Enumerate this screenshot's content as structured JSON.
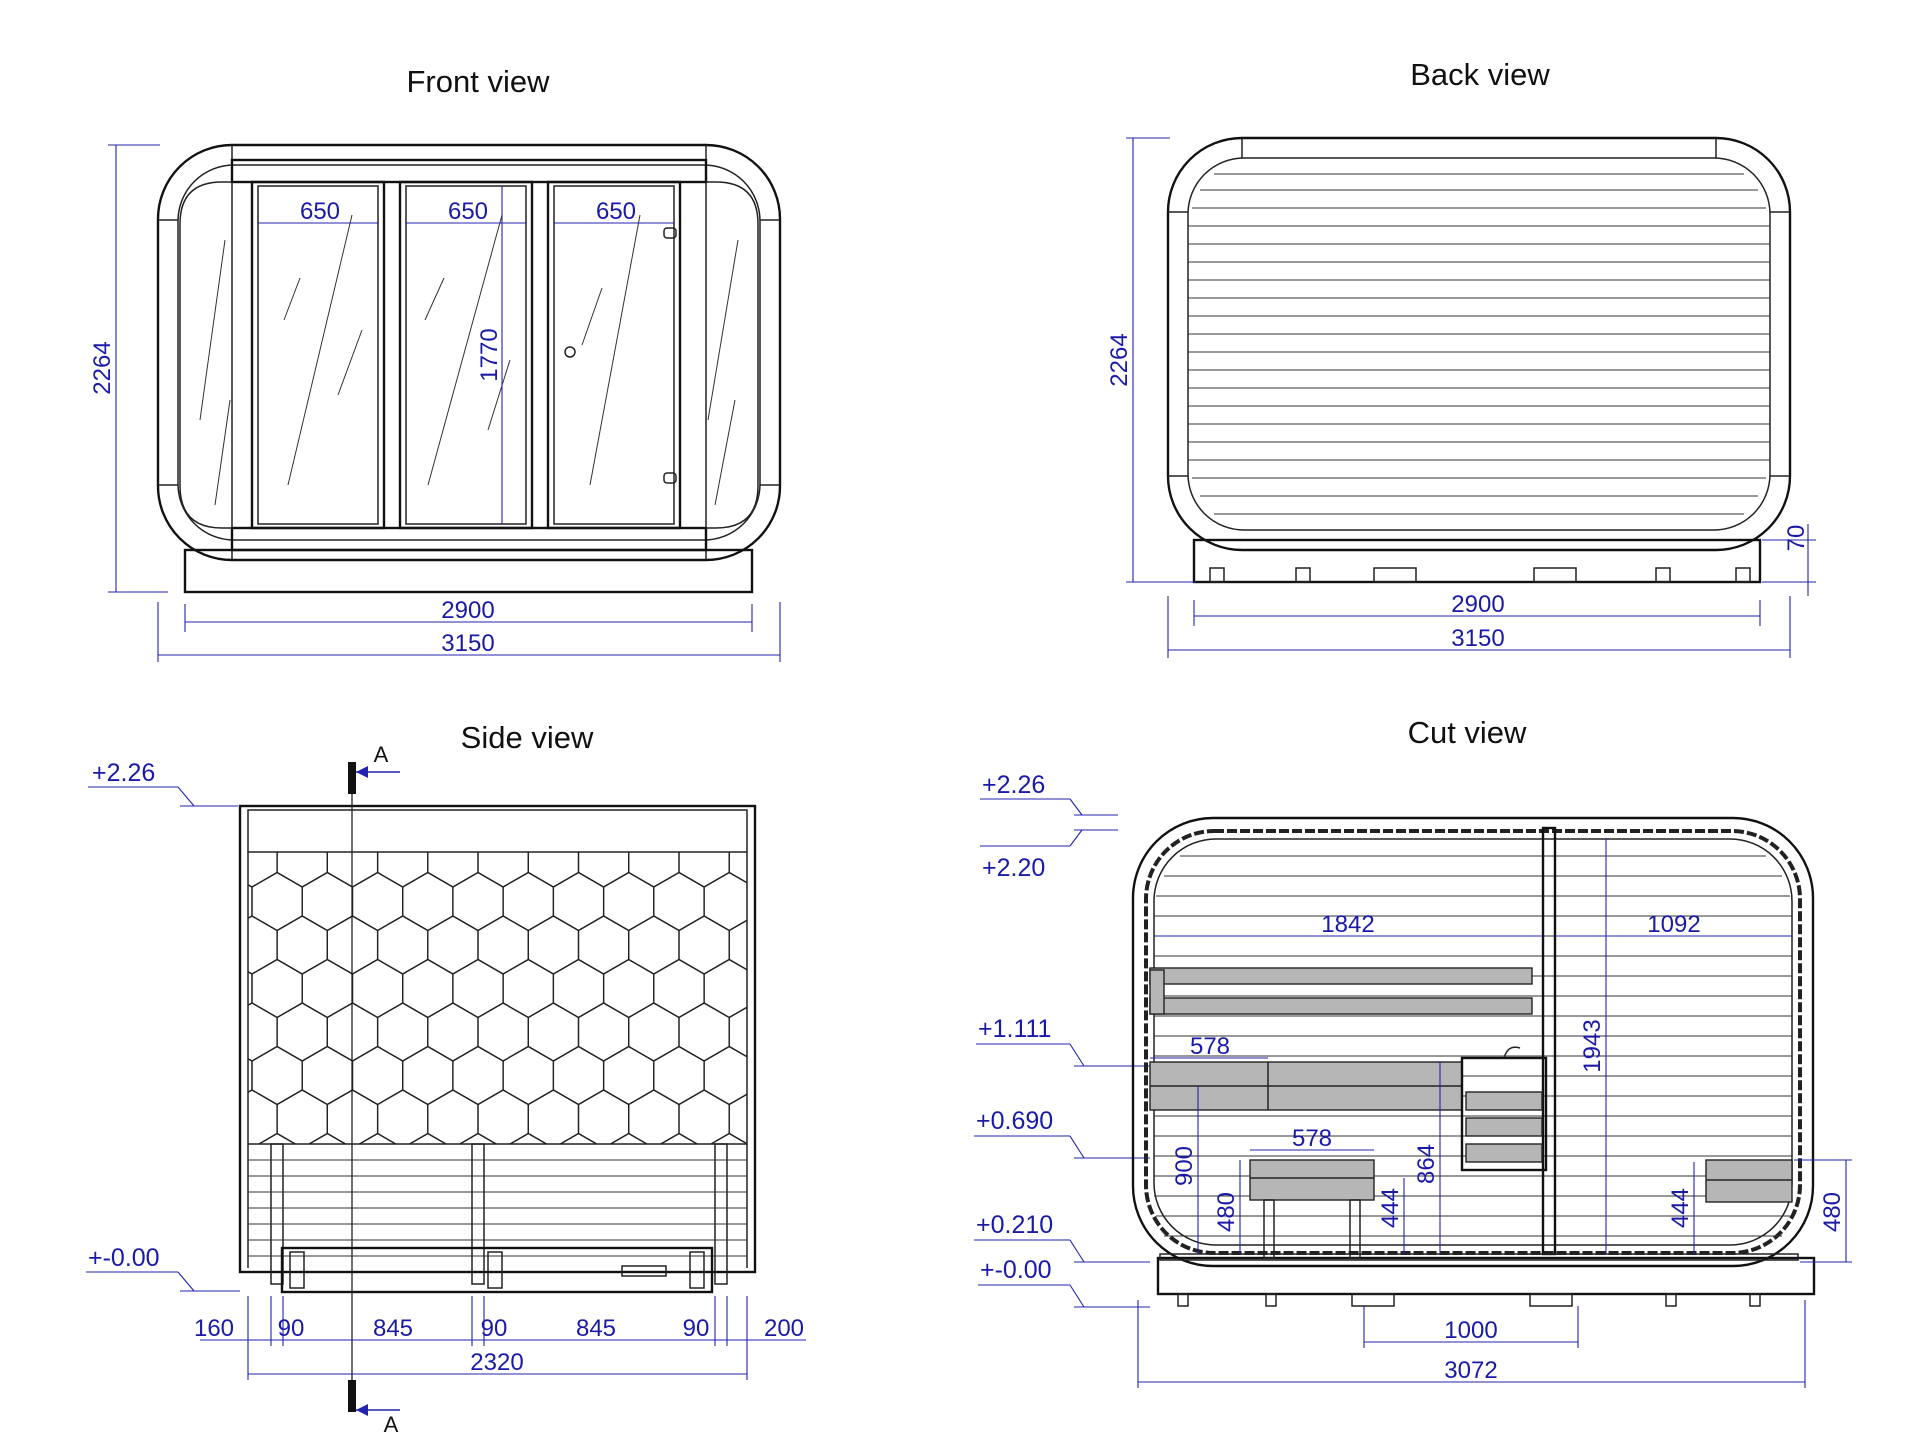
{
  "views": {
    "front": {
      "title": "Front view",
      "dims": {
        "pane_width": "650",
        "pane_height": "1770",
        "height": "2264",
        "inner_width": "2900",
        "outer_width": "3150"
      }
    },
    "back": {
      "title": "Back view",
      "dims": {
        "height": "2264",
        "base": "70",
        "inner_width": "2900",
        "outer_width": "3150"
      }
    },
    "side": {
      "title": "Side view",
      "levels": {
        "top": "+2.26",
        "bottom": "+-0.00"
      },
      "section_mark": "A",
      "dims": {
        "left_overhang": "160",
        "post": "90",
        "span": "845",
        "right_overhang": "200",
        "length": "2320"
      }
    },
    "cut": {
      "title": "Cut view",
      "levels": {
        "top_outer": "+2.26",
        "top_inner": "+2.20",
        "upper_bench": "+1.111",
        "mid_bench": "+0.690",
        "floor_grate": "+0.210",
        "zero": "+-0.00"
      },
      "dims": {
        "left_room": "1842",
        "right_room": "1092",
        "bench_depth_upper": "578",
        "bench_depth_lower": "578",
        "inner_height": "1943",
        "h900": "900",
        "h864": "864",
        "h480": "480",
        "h444": "444",
        "h444_right": "444",
        "h480_right": "480",
        "base_span": "1000",
        "total_length": "3072"
      }
    }
  },
  "colors": {
    "outline": "#111111",
    "dimension": "#1a1aa6",
    "bench_fill": "#b6b6b6"
  }
}
